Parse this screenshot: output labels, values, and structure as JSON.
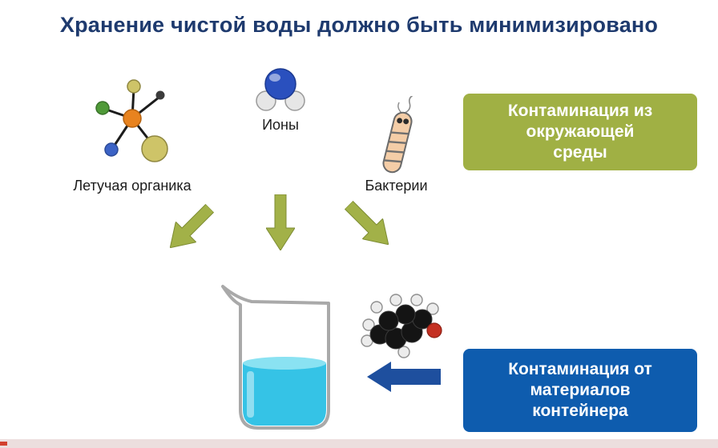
{
  "title": "Хранение чистой воды должно быть минимизировано",
  "labels": {
    "volatile_organics": "Летучая органика",
    "ions": "Ионы",
    "bacteria": "Бактерии"
  },
  "boxes": {
    "environment": {
      "lines": [
        "Контаминация из",
        "окружающей",
        "среды"
      ]
    },
    "container": {
      "lines": [
        "Контаминация от",
        "материалов",
        "контейнера"
      ]
    }
  },
  "icons": {
    "volatile_organics": "molecule-ball-stick-icon",
    "ions": "water-molecule-icon",
    "bacteria": "bacteria-icon",
    "environment_arrows": "block-arrow-down-icon",
    "beaker": "beaker-with-water-icon",
    "container_material": "organic-molecule-black-icon",
    "container_arrow": "block-arrow-left-icon"
  },
  "colors": {
    "title": "#1e3a6e",
    "green_box": "#a0b044",
    "blue_box": "#0e5cae",
    "green_arrow": "#a2b148",
    "blue_arrow": "#1e4f9e",
    "water": "#35c3e6"
  }
}
